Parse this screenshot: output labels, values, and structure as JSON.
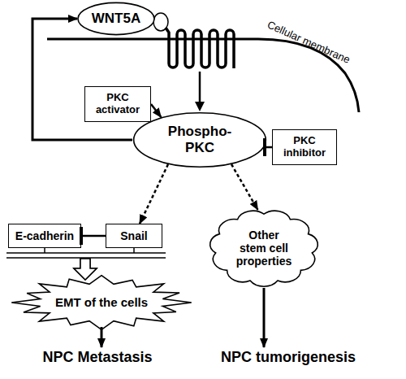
{
  "diagram": {
    "nodes": [
      {
        "text": [
          "WNT5A"
        ]
      },
      {
        "text": [
          "PKC activator"
        ]
      },
      {
        "text": [
          "Phospho- PKC"
        ]
      },
      {
        "text": [
          "PKC inhibitor"
        ]
      },
      {
        "text": [
          "E-cadherin"
        ]
      },
      {
        "text": [
          "Snail"
        ]
      },
      {
        "text": [
          "Other stem cell properties"
        ]
      },
      {
        "text": [
          "EMT of the cells"
        ]
      },
      {
        "text": [
          "NPC Metastasis"
        ]
      },
      {
        "text": [
          "NPC tumorigenesis"
        ]
      }
    ],
    "edges": [
      {
        "from": 1,
        "to": 2,
        "arrow": "to"
      },
      {
        "from": 2,
        "to": 0,
        "arrow": "to"
      },
      {
        "from": 3,
        "to": 2,
        "arrow": "to"
      },
      {
        "from": 2,
        "to": 5,
        "arrow": "to"
      },
      {
        "from": 2,
        "to": 6,
        "arrow": "to"
      },
      {
        "from": 5,
        "to": 4,
        "arrow": "to"
      },
      {
        "from": 4,
        "to": 7,
        "arrow": "to"
      },
      {
        "from": 5,
        "to": 7,
        "arrow": "to"
      },
      {
        "from": 7,
        "to": 8,
        "arrow": "to"
      },
      {
        "from": 6,
        "to": 9,
        "arrow": "to"
      }
    ],
    "labels": [
      "Cellular membrane"
    ]
  }
}
